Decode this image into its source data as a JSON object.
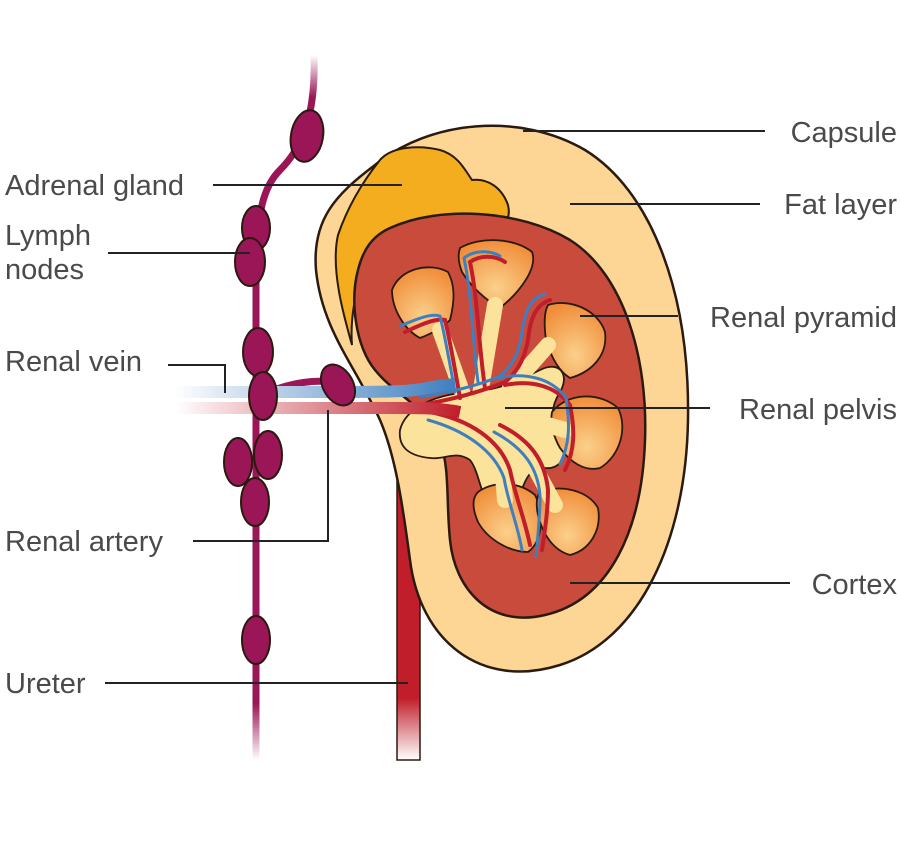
{
  "labels": {
    "capsule": "Capsule",
    "fat_layer": "Fat layer",
    "renal_pyramid": "Renal pyramid",
    "renal_pelvis": "Renal pelvis",
    "cortex": "Cortex",
    "adrenal_gland": "Adrenal gland",
    "lymph_nodes_line1": "Lymph",
    "lymph_nodes_line2": "nodes",
    "renal_vein": "Renal vein",
    "renal_artery": "Renal artery",
    "ureter": "Ureter"
  },
  "colors": {
    "label_text": "#4a4a4a",
    "leader_line": "#222222",
    "fat_layer": "#fdd594",
    "adrenal_gland": "#f3ad1f",
    "cortex": "#c84b3c",
    "pyramid": "#f39a45",
    "pelvis": "#fbe39b",
    "artery": "#c01e2a",
    "vein": "#3f7fbf",
    "lymph": "#9a1656",
    "outline": "#2a1a10"
  }
}
